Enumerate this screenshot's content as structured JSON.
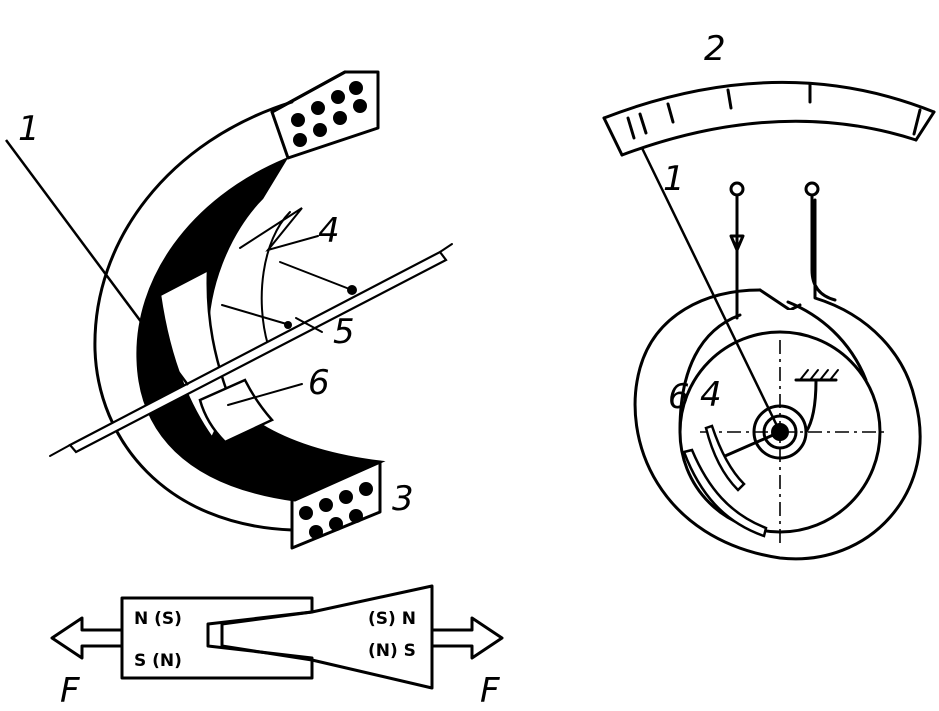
{
  "left_figure": {
    "labels": {
      "pointer": "1",
      "moving_vane": "4",
      "axis": "5",
      "fixed_vane": "6",
      "coil": "3"
    }
  },
  "right_figure": {
    "labels": {
      "scale": "2",
      "pointer": "1",
      "fixed_vane": "6",
      "moving_vane": "4"
    }
  },
  "bottom_figure": {
    "left_magnet": {
      "top_pole": "N (S)",
      "bottom_pole": "S (N)"
    },
    "right_magnet": {
      "top_pole": "(S) N",
      "bottom_pole": "(N) S"
    },
    "force_left": "F",
    "force_right": "F"
  }
}
